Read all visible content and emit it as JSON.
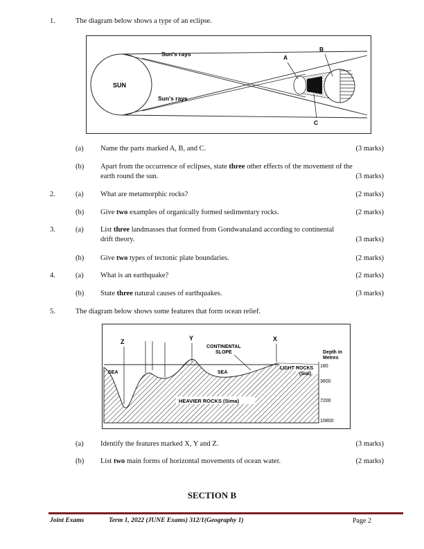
{
  "questions": {
    "q1": {
      "num": "1.",
      "text": "The diagram below shows a type of an eclipse.",
      "fig_labels": {
        "sun": "SUN",
        "rays_top": "Sun's rays",
        "rays_bottom": "Sun's rays",
        "a": "A",
        "b": "B",
        "c": "C"
      },
      "a": {
        "label": "(a)",
        "text": "Name the parts marked A, B, and C.",
        "marks": "(3 marks)"
      },
      "b": {
        "label": "(b)",
        "text_pre": "Apart from the occurrence of eclipses, state ",
        "bold": "three",
        "text_post": " other effects of the movement of the",
        "text_line2": "earth round the sun.",
        "marks": "(3 marks)"
      }
    },
    "q2": {
      "num": "2.",
      "a": {
        "label": "(a)",
        "text": "What are metamorphic rocks?",
        "marks": "(2 marks)"
      },
      "b": {
        "label": "(b)",
        "text_pre": "Give ",
        "bold": "two",
        "text_post": " examples of organically formed sedimentary rocks.",
        "marks": "(2 marks)"
      }
    },
    "q3": {
      "num": "3.",
      "a": {
        "label": "(a)",
        "text_pre": "List ",
        "bold": "three",
        "text_post": " landmasses that formed from Gondwanaland according to continental",
        "text_line2": "drift theory.",
        "marks": "(3 marks)"
      },
      "b": {
        "label": "(b)",
        "text_pre": "Give ",
        "bold": "two",
        "text_post": " types of tectonic plate boundaries.",
        "marks": "(2 marks)"
      }
    },
    "q4": {
      "num": "4.",
      "a": {
        "label": "(a)",
        "text": "What is an earthquake?",
        "marks": "(2 marks)"
      },
      "b": {
        "label": "(b)",
        "text_pre": "State ",
        "bold": "three",
        "text_post": " natural causes of earthquakes.",
        "marks": "(3 marks)"
      }
    },
    "q5": {
      "num": "5.",
      "text": "The diagram below shows some features that form ocean relief.",
      "fig_labels": {
        "z": "Z",
        "y": "Y",
        "x": "X",
        "cont_slope_1": "CONTINENTAL",
        "cont_slope_2": "SLOPE",
        "sea_left": "SEA",
        "sea_mid": "SEA",
        "light_rocks": "LIGHT ROCKS",
        "sial": "(Sial)",
        "heavier_rocks": "HEAVIER  ROCKS (Sima)",
        "depth_1": "Depth in",
        "depth_2": "Metres",
        "d180": "180",
        "d3600": "3600",
        "d7200": "7200",
        "d10800": "10800"
      },
      "a": {
        "label": "(a)",
        "text": "Identify the features marked X, Y and Z.",
        "marks": "(3 marks)"
      },
      "b": {
        "label": "(b)",
        "text_pre": "List ",
        "bold": "two",
        "text_post": " main forms of horizontal movements of ocean water.",
        "marks": "(2 marks)"
      }
    }
  },
  "section_title": "SECTION B",
  "footer": {
    "left": "Joint Exams",
    "middle": "Term 1, 2022 (JUNE Exams) 312/1(Geography 1)",
    "page": "Page 2"
  }
}
